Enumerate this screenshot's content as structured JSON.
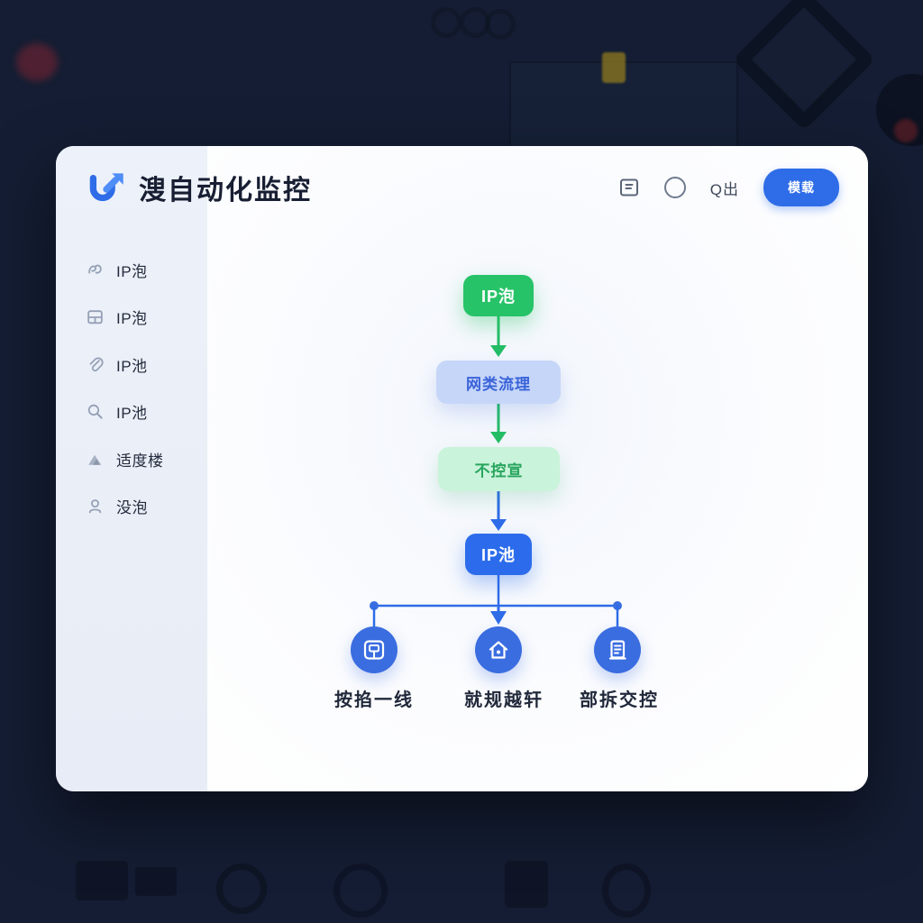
{
  "app": {
    "title": "溲自动化监控",
    "background_color": "#141d33",
    "accent_blue": "#2e6ce8",
    "accent_green": "#27c368"
  },
  "header": {
    "user_label": "Q出",
    "primary_button_label": "模载",
    "icons": [
      "document-outline-icon",
      "circle-outline-icon"
    ]
  },
  "sidebar": {
    "items": [
      {
        "icon": "swoosh-scribble-icon",
        "label": "IP泡"
      },
      {
        "icon": "window-grid-icon",
        "label": "IP泡"
      },
      {
        "icon": "paperclip-icon",
        "label": "IP池"
      },
      {
        "icon": "search-icon",
        "label": "IP池"
      },
      {
        "icon": "mountain-icon",
        "label": "适度楼"
      },
      {
        "icon": "user-icon",
        "label": "没泡"
      }
    ]
  },
  "flowchart": {
    "nodes": [
      {
        "label": "IP泡",
        "fill": "#27c368",
        "text_color": "#ffffff"
      },
      {
        "label": "网类流理",
        "fill": "#c6d6f8",
        "text_color": "#3a63d9"
      },
      {
        "label": "不控宣",
        "fill": "#c9f3da",
        "text_color": "#27a55d"
      },
      {
        "label": "IP池",
        "fill": "#2c6cec",
        "text_color": "#ffffff"
      }
    ],
    "connector_colors": {
      "green": "#24bd66",
      "blue": "#2e6ce8"
    },
    "branches": [
      {
        "icon": "browser-window-icon",
        "label": "按掐一线"
      },
      {
        "icon": "home-icon",
        "label": "就规越轩"
      },
      {
        "icon": "document-lines-icon",
        "label": "部拆交控"
      }
    ],
    "branch_icon_bg": "#3a6de0"
  }
}
